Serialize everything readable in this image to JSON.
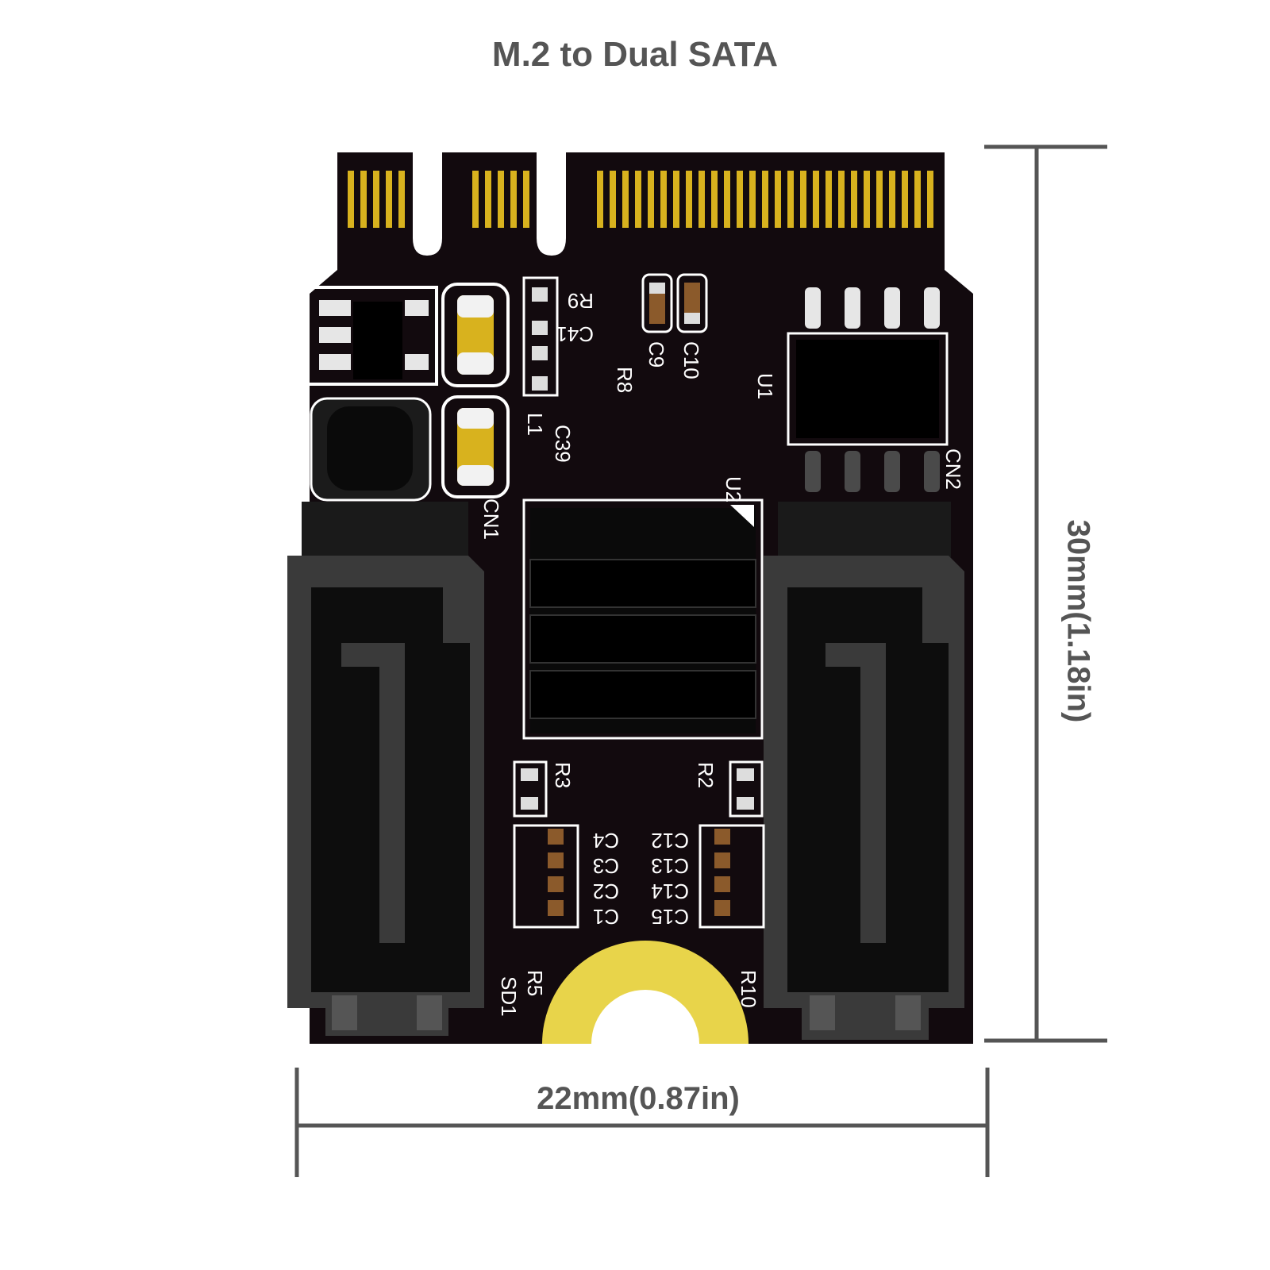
{
  "title": "M.2 to Dual SATA",
  "dimensions": {
    "width_label": "22mm(0.87in)",
    "height_label": "30mm(1.18in)"
  },
  "silkscreen": {
    "r9": "R9",
    "r8": "R8",
    "c41": "C41",
    "c10": "C10",
    "c9": "C9",
    "u1": "U1",
    "l1": "L1",
    "c39": "C39",
    "u2": "U2",
    "cn1": "CN1",
    "cn2": "CN2",
    "r3": "R3",
    "r2": "R2",
    "c4": "C4",
    "c3": "C3",
    "c2": "C2",
    "c1": "C1",
    "c12": "C12",
    "c13": "C13",
    "c14": "C14",
    "c15": "C15",
    "r5": "R5",
    "sd1": "SD1",
    "r10": "R10"
  },
  "colors": {
    "pcb": "#120a0e",
    "gold": "#d8b21e",
    "connector": "#3a3a3a",
    "dimension_line": "#555555"
  }
}
